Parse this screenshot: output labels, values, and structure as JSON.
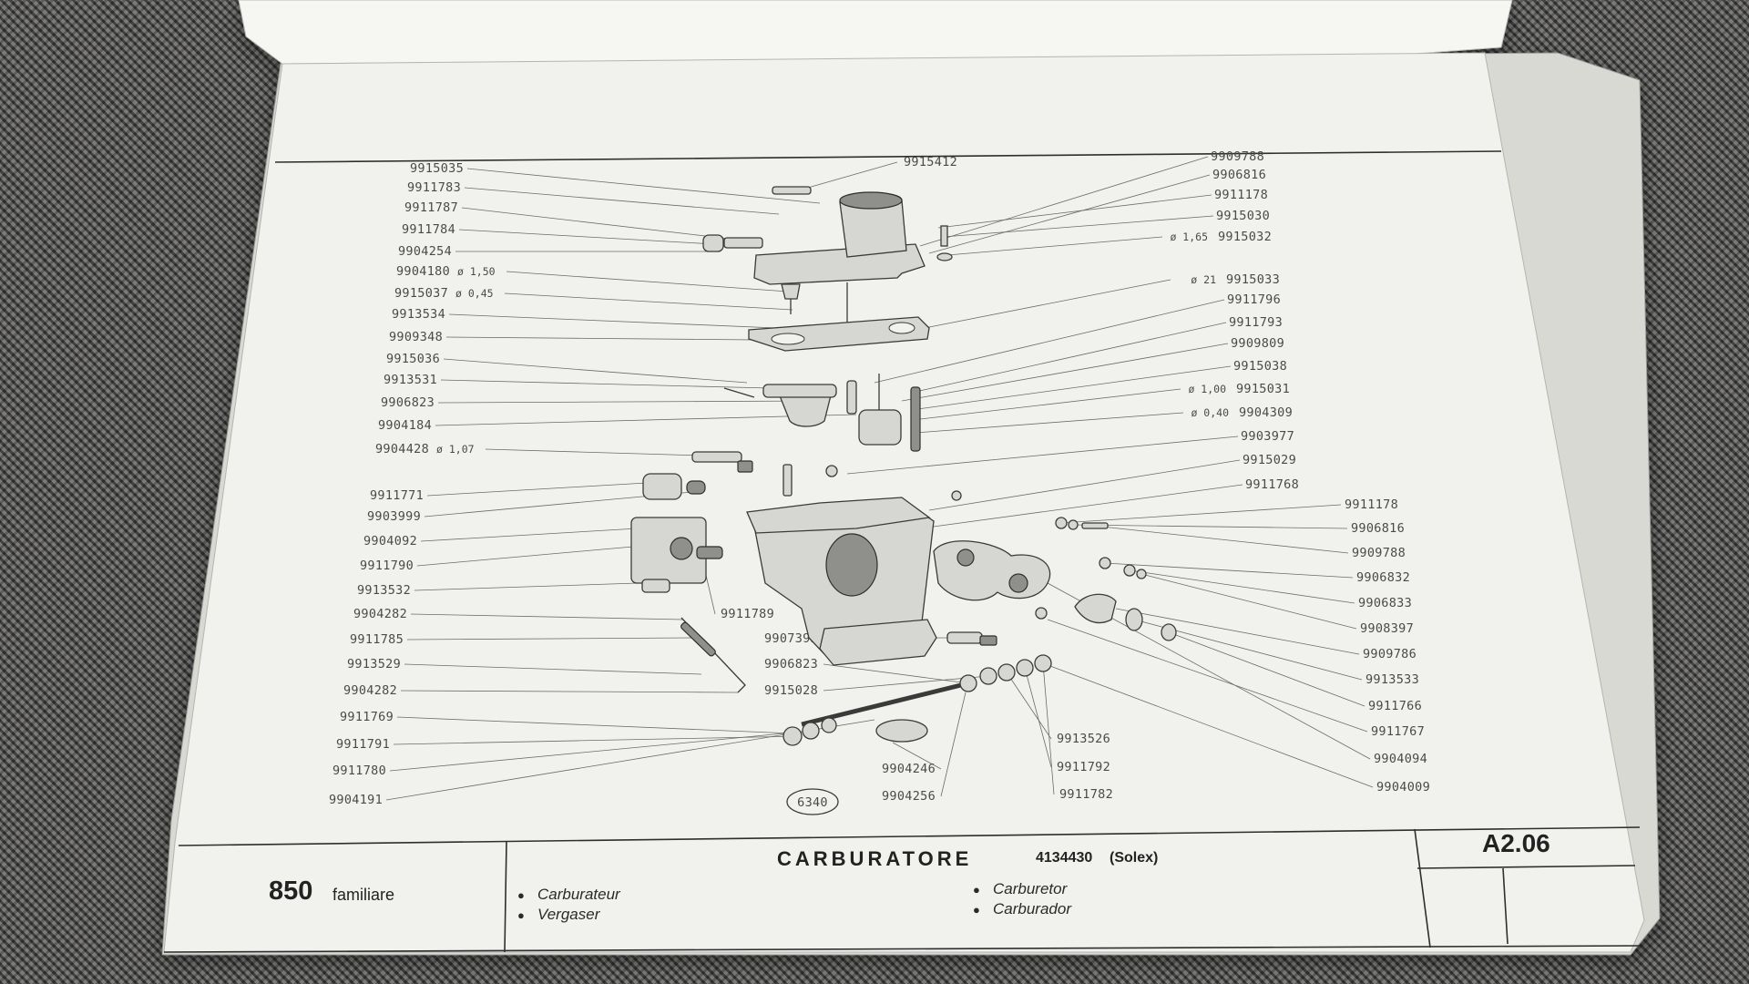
{
  "header": {
    "model_number": "850",
    "model_name": "familiare",
    "section_title": "CARBURATORE",
    "section_code": "4134430",
    "section_brand": "(Solex)",
    "page_code": "A2.06",
    "figure_number": "6340"
  },
  "translations": [
    {
      "bullet": "●",
      "text": "Carburateur"
    },
    {
      "bullet": "●",
      "text": "Vergaser"
    },
    {
      "bullet": "●",
      "text": "Carburetor"
    },
    {
      "bullet": "●",
      "text": "Carburador"
    }
  ],
  "left_callouts": [
    {
      "part": "9915035",
      "dim": ""
    },
    {
      "part": "9911783",
      "dim": ""
    },
    {
      "part": "9911787",
      "dim": ""
    },
    {
      "part": "9911784",
      "dim": ""
    },
    {
      "part": "9904254",
      "dim": ""
    },
    {
      "part": "9904180",
      "dim": "ø 1,50"
    },
    {
      "part": "9915037",
      "dim": "ø 0,45"
    },
    {
      "part": "9913534",
      "dim": ""
    },
    {
      "part": "9909348",
      "dim": ""
    },
    {
      "part": "9915036",
      "dim": ""
    },
    {
      "part": "9913531",
      "dim": ""
    },
    {
      "part": "9906823",
      "dim": ""
    },
    {
      "part": "9904184",
      "dim": ""
    },
    {
      "part": "9904428",
      "dim": "ø 1,07"
    },
    {
      "part": "9911771",
      "dim": ""
    },
    {
      "part": "9903999",
      "dim": ""
    },
    {
      "part": "9904092",
      "dim": ""
    },
    {
      "part": "9911790",
      "dim": ""
    },
    {
      "part": "9913532",
      "dim": ""
    },
    {
      "part": "9904282",
      "dim": ""
    },
    {
      "part": "9911785",
      "dim": ""
    },
    {
      "part": "9913529",
      "dim": ""
    },
    {
      "part": "9904282",
      "dim": ""
    },
    {
      "part": "9911769",
      "dim": ""
    },
    {
      "part": "9911791",
      "dim": ""
    },
    {
      "part": "9911780",
      "dim": ""
    },
    {
      "part": "9904191",
      "dim": ""
    }
  ],
  "top_callouts": [
    {
      "part": "9915412",
      "dim": ""
    }
  ],
  "right_upper_callouts": [
    {
      "part": "9909788",
      "dim": ""
    },
    {
      "part": "9906816",
      "dim": ""
    },
    {
      "part": "9911178",
      "dim": ""
    },
    {
      "part": "9915030",
      "dim": ""
    },
    {
      "part": "9915032",
      "dim": "ø 1,65"
    },
    {
      "part": "9915033",
      "dim": "ø 21"
    },
    {
      "part": "9911796",
      "dim": ""
    },
    {
      "part": "9911793",
      "dim": ""
    },
    {
      "part": "9909809",
      "dim": ""
    },
    {
      "part": "9915038",
      "dim": ""
    },
    {
      "part": "9915031",
      "dim": "ø 1,00"
    },
    {
      "part": "9904309",
      "dim": "ø 0,40"
    },
    {
      "part": "9903977",
      "dim": ""
    },
    {
      "part": "9915029",
      "dim": ""
    },
    {
      "part": "9911768",
      "dim": ""
    }
  ],
  "right_lower_callouts": [
    {
      "part": "9911178",
      "dim": ""
    },
    {
      "part": "9906816",
      "dim": ""
    },
    {
      "part": "9909788",
      "dim": ""
    },
    {
      "part": "9906832",
      "dim": ""
    },
    {
      "part": "9906833",
      "dim": ""
    },
    {
      "part": "9908397",
      "dim": ""
    },
    {
      "part": "9909786",
      "dim": ""
    },
    {
      "part": "9913533",
      "dim": ""
    },
    {
      "part": "9911766",
      "dim": ""
    },
    {
      "part": "9911767",
      "dim": ""
    },
    {
      "part": "9904094",
      "dim": ""
    },
    {
      "part": "9904009",
      "dim": ""
    }
  ],
  "center_callouts": [
    {
      "part": "9911789"
    },
    {
      "part": "9907395"
    },
    {
      "part": "9906823"
    },
    {
      "part": "9915028"
    },
    {
      "part": "9904246"
    },
    {
      "part": "9904256"
    },
    {
      "part": "9913526"
    },
    {
      "part": "9911792"
    },
    {
      "part": "9911782"
    }
  ],
  "colors": {
    "paper": "#f1f1ee",
    "ink": "#2a2a2a",
    "mat": "#5a5957"
  }
}
